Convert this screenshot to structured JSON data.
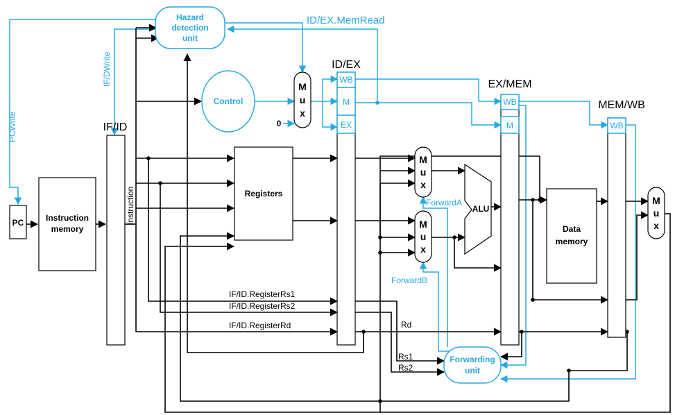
{
  "labels": {
    "pc": "PC",
    "instruction_memory_1": "Instruction",
    "instruction_memory_2": "memory",
    "registers": "Registers",
    "alu": "ALU",
    "data_memory_1": "Data",
    "data_memory_2": "memory",
    "control": "Control",
    "hazard_1": "Hazard",
    "hazard_2": "detection",
    "hazard_3": "unit",
    "forwarding_1": "Forwarding",
    "forwarding_2": "unit",
    "mux_m": "M",
    "mux_u": "u",
    "mux_x": "x",
    "zero": "0",
    "instruction": "Instruction"
  },
  "pipeline_registers": {
    "if_id": "IF/ID",
    "id_ex": "ID/EX",
    "ex_mem": "EX/MEM",
    "mem_wb": "MEM/WB"
  },
  "control_fields": {
    "wb": "WB",
    "m": "M",
    "ex": "EX"
  },
  "signals": {
    "pc_write": "PCWrite",
    "if_d_write": "IF/DWrite",
    "id_ex_memread": "ID/EX.MemRead",
    "forward_a": "ForwardA",
    "forward_b": "ForwardB",
    "if_id_rs1": "IF/ID.RegisterRs1",
    "if_id_rs2": "IF/ID.RegisterRs2",
    "if_id_rd": "IF/ID.RegisterRd",
    "rd": "Rd",
    "rs1": "Rs1",
    "rs2": "Rs2"
  },
  "colors": {
    "control_path": "#29a8e0",
    "data_path": "#000000"
  }
}
